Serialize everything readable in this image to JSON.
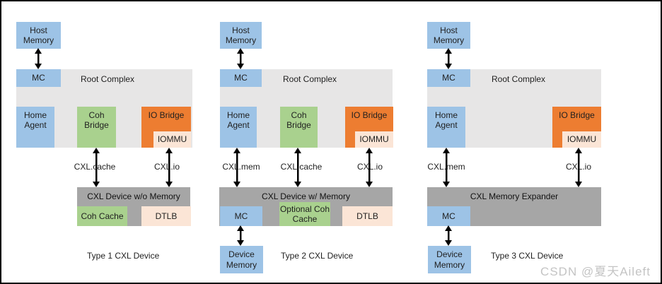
{
  "colors": {
    "blue": "#9dc3e6",
    "green": "#a9d18e",
    "orange": "#ed7d31",
    "peach": "#fbe5d6",
    "root_complex_gray": "#e7e6e6",
    "device_gray": "#a6a6a6",
    "arrow_black": "#000000",
    "watermark_gray": "#c4c4c4"
  },
  "watermark": "CSDN @夏天Aileft",
  "panel1": {
    "host_memory": "Host Memory",
    "mc": "MC",
    "root_complex": "Root Complex",
    "home_agent": "Home Agent",
    "coh_bridge": "Coh Bridge",
    "io_bridge": "IO Bridge",
    "iommu": "IOMMU",
    "link_cache": "CXL.cache",
    "link_io": "CXL.io",
    "device_title": "CXL Device w/o Memory",
    "coh_cache": "Coh Cache",
    "dtlb": "DTLB",
    "caption": "Type 1 CXL Device"
  },
  "panel2": {
    "host_memory": "Host Memory",
    "mc": "MC",
    "root_complex": "Root Complex",
    "home_agent": "Home Agent",
    "coh_bridge": "Coh Bridge",
    "io_bridge": "IO Bridge",
    "iommu": "IOMMU",
    "link_mem": "CXL.mem",
    "link_cache": "CXL.cache",
    "link_io": "CXL.io",
    "device_title": "CXL Device w/ Memory",
    "device_mc": "MC",
    "optional_coh_cache": "Optional Coh Cache",
    "dtlb": "DTLB",
    "device_memory": "Device Memory",
    "caption": "Type 2 CXL Device"
  },
  "panel3": {
    "host_memory": "Host Memory",
    "mc": "MC",
    "root_complex": "Root Complex",
    "home_agent": "Home Agent",
    "io_bridge": "IO Bridge",
    "iommu": "IOMMU",
    "link_mem": "CXL.mem",
    "link_io": "CXL.io",
    "device_title": "CXL Memory Expander",
    "device_mc": "MC",
    "device_memory": "Device Memory",
    "caption": "Type 3 CXL Device"
  }
}
